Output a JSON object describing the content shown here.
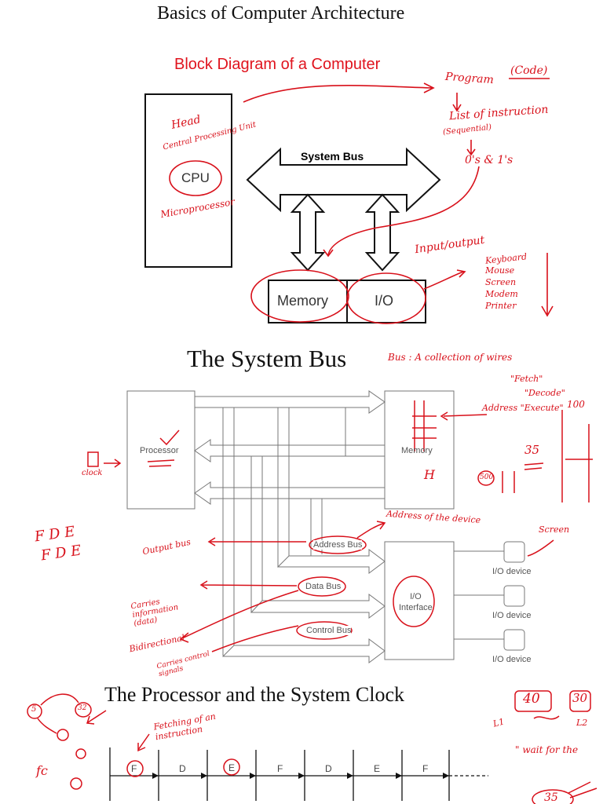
{
  "page": {
    "title": "Basics of Computer Architecture"
  },
  "section1": {
    "heading": "Block Diagram of a Computer",
    "bus_label": "System Bus",
    "cpu_label": "CPU",
    "memory_label": "Memory",
    "io_label": "I/O"
  },
  "section2": {
    "heading": "The System Bus",
    "processor_label": "Processor",
    "memory_label": "Memory",
    "address_bus_label": "Address Bus",
    "data_bus_label": "Data Bus",
    "control_bus_label": "Control Bus",
    "io_interface_label": "I/O\nInterface",
    "io_devices": [
      "I/O device",
      "I/O device",
      "I/O device"
    ]
  },
  "section3": {
    "heading": "The Processor and the System Clock",
    "clock_cycles": [
      "F",
      "D",
      "E",
      "F",
      "D",
      "E",
      "F"
    ]
  },
  "annotations": {
    "program": "Program",
    "code": "(Code)",
    "list_of_instruction": "List of instruction",
    "sequential": "(Sequential)",
    "zeros_ones": "0's & 1's",
    "head": "Head",
    "central_processing_unit": "Central Processing Unit",
    "microprocessor": "Microprocessor",
    "input_output": "Input/output",
    "devices_list": [
      "Keyboard",
      "Mouse",
      "Screen",
      "Modem",
      "Printer"
    ],
    "bus_def": "Bus : A collection of wires",
    "fetch": "\"Fetch\"",
    "decode": "\"Decode\"",
    "execute": "Address \"Execute\"",
    "hundred": "100",
    "thirty_five": "35",
    "five_hundred": "500",
    "h_letter": "H",
    "clock": "clock",
    "fde1": "F D E",
    "fde2": "F D E",
    "address_of_device": "Address of the device",
    "output_bus": "Output bus",
    "carries_info": "Carries information (data)",
    "bidirectional": "Bidirectional",
    "carries_control": "Carries control signals",
    "screen": "Screen",
    "fetching": "Fetching of an instruction",
    "n40": "40",
    "n30": "30",
    "l1": "L1",
    "l2": "L2",
    "wait_for": "\" wait for the",
    "fc": "fc",
    "five": "5",
    "thirty_two": "32",
    "n35b": "35"
  }
}
